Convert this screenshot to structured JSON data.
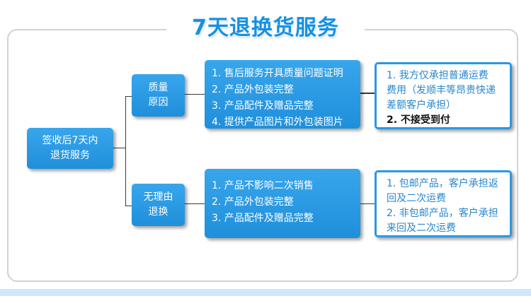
{
  "title": "7天退换货服务",
  "root": {
    "line1": "签收后7天内",
    "line2": "退货服务"
  },
  "quality": {
    "label_line1": "质量",
    "label_line2": "原因",
    "conditions": [
      "1. 售后服务开具质量问题证明",
      "2. 产品外包装完整",
      "3. 产品配件及赠品完整",
      "4. 提供产品图片和外包装图片"
    ],
    "policy": [
      "1. 我方仅承担普通运费",
      "费用（发顺丰等昂贵快递",
      "差额客户承担）",
      "2. 不接受到付"
    ]
  },
  "no_reason": {
    "label_line1": "无理由",
    "label_line2": "退换",
    "conditions": [
      "1. 产品不影响二次销售",
      "2. 产品外包装完整",
      "3. 产品配件及赠品完整"
    ],
    "policy": [
      "1. 包邮产品，客户承担返",
      "回及二次运费",
      "2. 非包邮产品，客户承担",
      "来回及二次运费"
    ]
  },
  "colors": {
    "title": "#1591e3",
    "box": "#2597e2",
    "note_border": "#2a98e2",
    "note_text": "#2586cf"
  }
}
